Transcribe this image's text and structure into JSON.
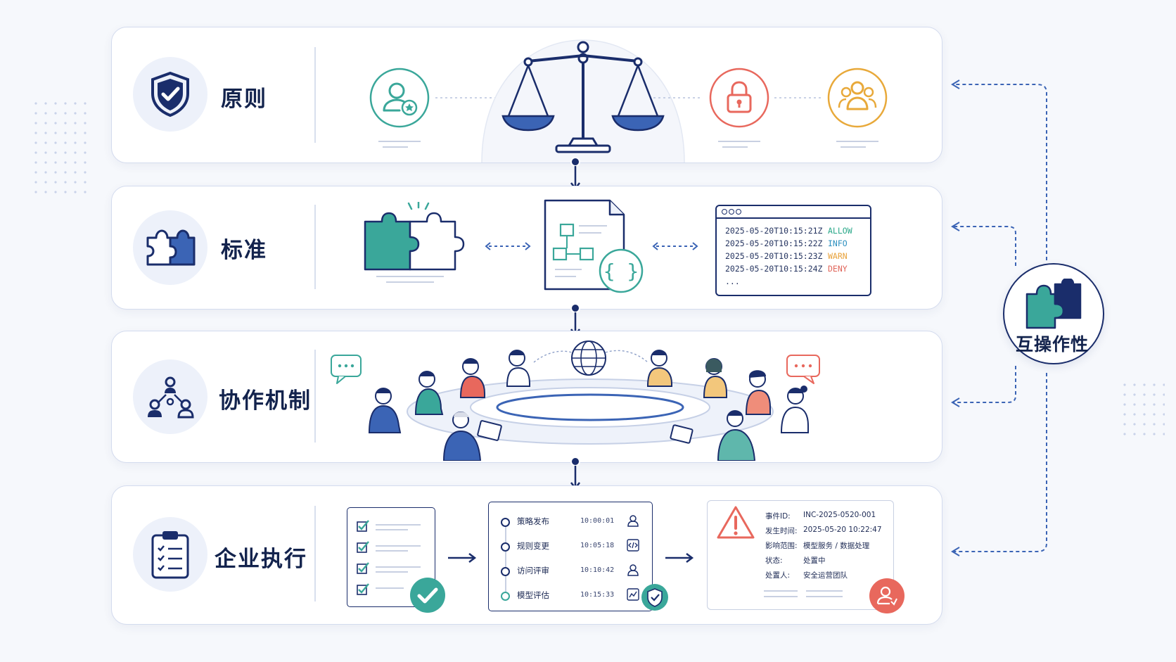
{
  "layers": [
    {
      "id": "principles",
      "title": "原则",
      "icon": "shield-check-icon"
    },
    {
      "id": "standards",
      "title": "标准",
      "icon": "puzzle-icon"
    },
    {
      "id": "collaboration",
      "title": "协作机制",
      "icon": "network-people-icon"
    },
    {
      "id": "enforcement",
      "title": "企业执行",
      "icon": "clipboard-checklist-icon"
    }
  ],
  "principles_icons": [
    "user-star-icon",
    "balance-scale-icon",
    "lock-icon",
    "group-icon"
  ],
  "standards_log": {
    "rows": [
      {
        "time": "2025-05-20T10:15:21Z",
        "level": "ALLOW",
        "color": "#2aa889"
      },
      {
        "time": "2025-05-20T10:15:22Z",
        "level": "INFO",
        "color": "#2c8fbf"
      },
      {
        "time": "2025-05-20T10:15:23Z",
        "level": "WARN",
        "color": "#e8a23a"
      },
      {
        "time": "2025-05-20T10:15:24Z",
        "level": "DENY",
        "color": "#e0655a"
      }
    ],
    "ellipsis": "..."
  },
  "timeline": [
    {
      "label": "策略发布",
      "time": "10:00:01",
      "icon": "user-icon"
    },
    {
      "label": "规则变更",
      "time": "10:05:18",
      "icon": "code-icon"
    },
    {
      "label": "访问评审",
      "time": "10:10:42",
      "icon": "user-icon"
    },
    {
      "label": "模型评估",
      "time": "10:15:33",
      "icon": "chart-icon"
    }
  ],
  "incident": [
    {
      "key": "事件ID:",
      "value": "INC-2025-0520-001"
    },
    {
      "key": "发生时间:",
      "value": "2025-05-20 10:22:47"
    },
    {
      "key": "影响范围:",
      "value": "模型服务 / 数据处理"
    },
    {
      "key": "状态:",
      "value": "处置中"
    },
    {
      "key": "处置人:",
      "value": "安全运营团队"
    }
  ],
  "interoperability": {
    "label": "互操作性",
    "icon": "puzzle-pair-icon"
  },
  "colors": {
    "navy": "#1a2d6b",
    "teal": "#3aa79a",
    "red": "#e8685d",
    "gold": "#e8a93a",
    "blue": "#3b64b5"
  }
}
